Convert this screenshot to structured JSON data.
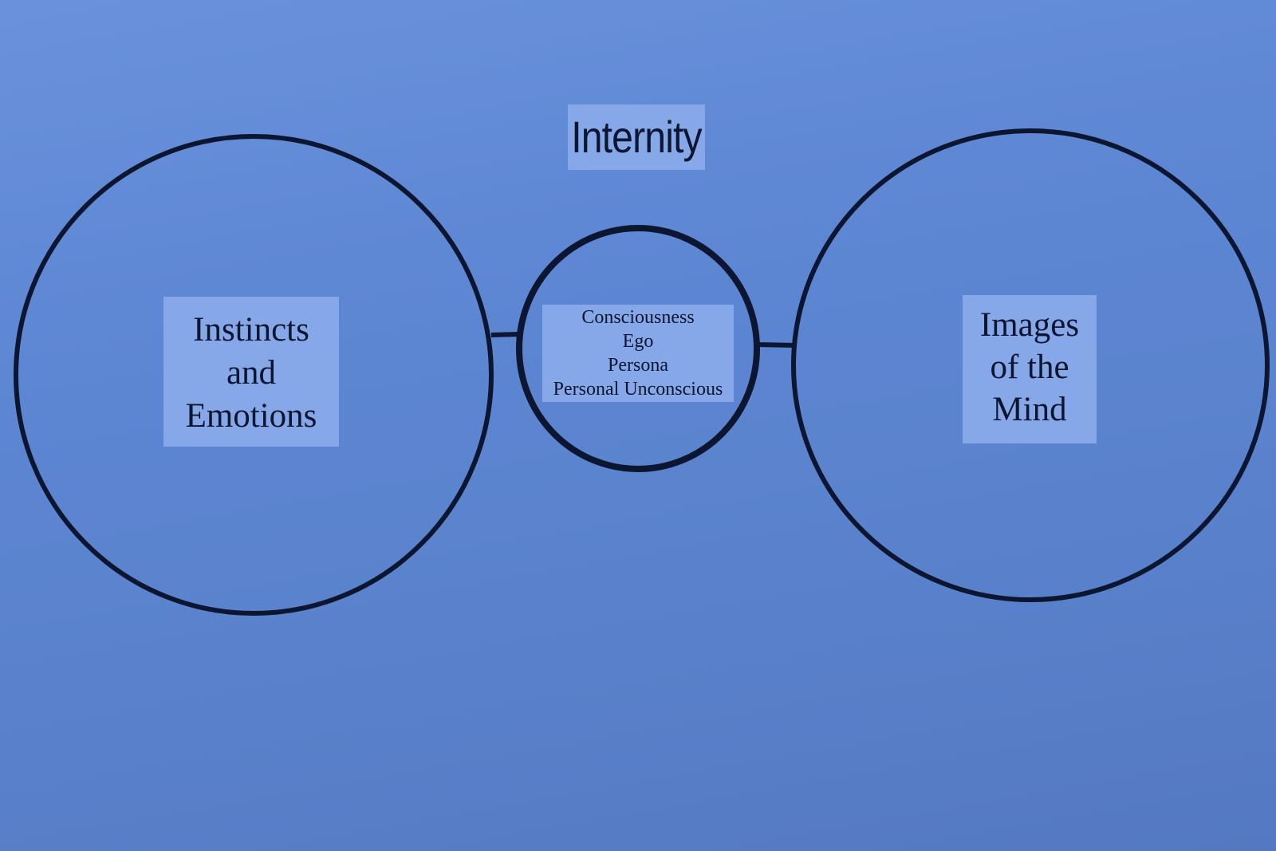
{
  "diagram": {
    "title": "Internity",
    "left_circle": {
      "lines": [
        "Instincts",
        "and",
        "Emotions"
      ]
    },
    "center_circle": {
      "lines": [
        "Consciousness",
        "Ego",
        "Persona",
        "Personal Unconscious"
      ]
    },
    "right_circle": {
      "lines": [
        "Images",
        "of the",
        "Mind"
      ]
    }
  },
  "colors": {
    "background": "#5d86d3",
    "label_paper": "#87a8e8",
    "ink": "#0c1630"
  }
}
